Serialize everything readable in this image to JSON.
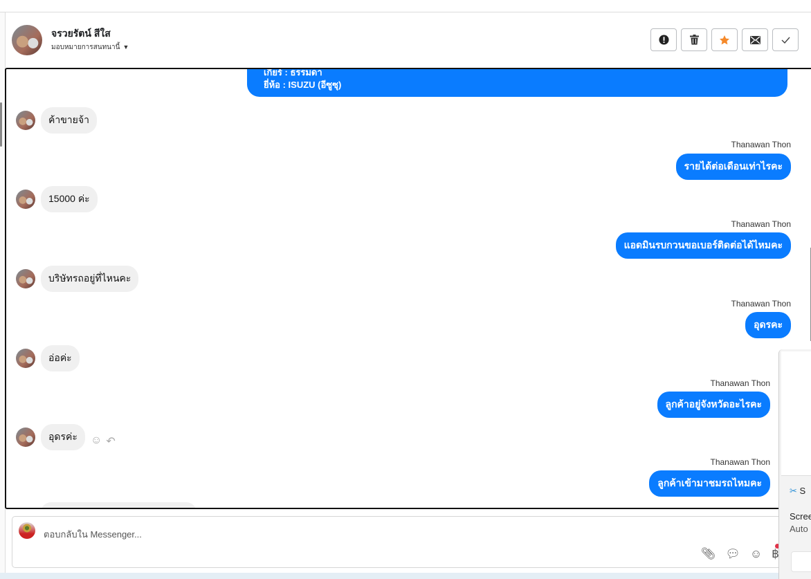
{
  "header": {
    "contact_name": "จรวยรัตน์ สีใส",
    "assign_label": "มอบหมายการสนทนานี้"
  },
  "actions": [
    {
      "name": "mark-spam",
      "icon": "exclamation-circle-icon"
    },
    {
      "name": "delete",
      "icon": "trash-icon"
    },
    {
      "name": "star",
      "icon": "star-icon",
      "color": "#f5892a"
    },
    {
      "name": "mark-unread",
      "icon": "envelope-icon"
    },
    {
      "name": "done",
      "icon": "check-icon"
    }
  ],
  "messages": {
    "top_card": {
      "line1": "เกียร์ : ธรรมดา",
      "line2": "ยี่ห้อ : ISUZU (อีซูซุ)"
    },
    "items": [
      {
        "dir": "in",
        "text": "ค้าขายจ้า"
      },
      {
        "dir": "out",
        "sender": "Thanawan Thon",
        "text": "รายได้ต่อเดือนเท่าไรคะ"
      },
      {
        "dir": "in",
        "text": "15000 ค่ะ"
      },
      {
        "dir": "out",
        "sender": "Thanawan Thon",
        "text": "แอดมินรบกวนขอเบอร์ติดต่อได้ไหมคะ"
      },
      {
        "dir": "in",
        "text": "บริษัทรถอยู่ที่ไหนคะ"
      },
      {
        "dir": "out",
        "sender": "Thanawan Thon",
        "text": "อุดรคะ"
      },
      {
        "dir": "in",
        "text": "อ่อค่ะ"
      },
      {
        "dir": "out",
        "sender": "Thanawan Thon",
        "text": "ลูกค้าอยู่จังหวัดอะไรคะ"
      },
      {
        "dir": "in",
        "text": "อุดรค่ะ"
      },
      {
        "dir": "out",
        "sender": "Thanawan Thon",
        "text": "ลูกค้าเข้ามาชมรถไหมคะ"
      }
    ]
  },
  "composer": {
    "placeholder": "ตอบกลับใน Messenger...",
    "currency_symbol": "฿"
  },
  "notification": {
    "app_initial": "S",
    "line1": "Scree",
    "line2": "Auto"
  },
  "colors": {
    "accent": "#0a7cff",
    "incoming_bg": "#f0f0f0"
  }
}
